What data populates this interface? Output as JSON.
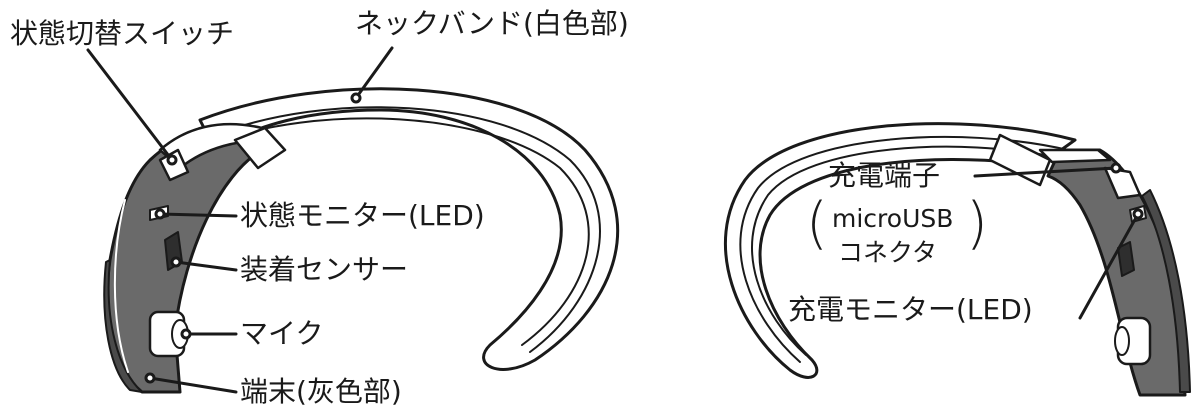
{
  "labels": {
    "mode_switch": "状態切替スイッチ",
    "neckband": "ネックバンド(白色部)",
    "status_monitor": "状態モニター(LED)",
    "wear_sensor": "装着センサー",
    "mic": "マイク",
    "terminal": "端末(灰色部)",
    "charge_terminal": "充電端子",
    "connector_line1": "microUSB",
    "connector_line2": "コネクタ",
    "charge_monitor": "充電モニター(LED)"
  },
  "colors": {
    "terminal_gray": "#6a6a6a",
    "terminal_dark": "#4a4a4a",
    "band_white": "#ffffff",
    "line": "#1a1a1a"
  }
}
